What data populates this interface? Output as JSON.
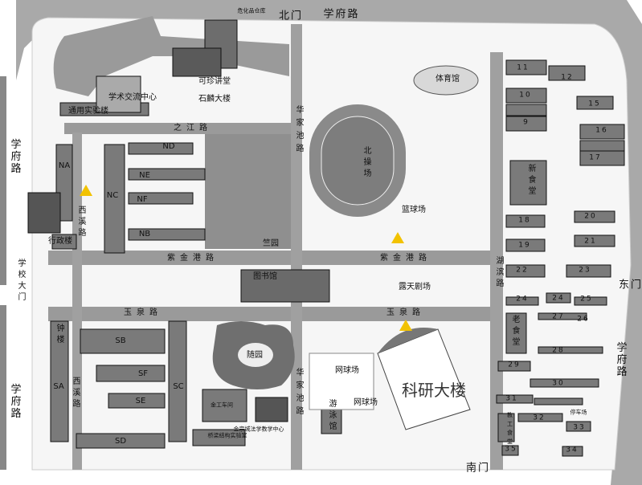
{
  "title": "校园地图",
  "roads": [
    "之江路",
    "紫金港路",
    "紫金港路",
    "玉泉路",
    "玉泉路",
    "华家池路",
    "华家池路",
    "西溪路",
    "西溪路",
    "湖滨路"
  ],
  "outer_roads": [
    "学府路",
    "学府路",
    "学府路",
    "学府路"
  ],
  "gates": [
    "北门",
    "学校大门",
    "东门",
    "南门"
  ],
  "buildings": [
    "危化品仓库",
    "学术交流中心",
    "可珍讲堂",
    "石麟大楼",
    "通用实验楼",
    "体育馆",
    "ND",
    "NA",
    "NE",
    "NC",
    "NF",
    "NB",
    "行政楼",
    "竺园",
    "北操场",
    "篮球场",
    "图书馆",
    "露天剧场",
    "钟楼",
    "SB",
    "随园",
    "SF",
    "SC",
    "SA",
    "SE",
    "网球场",
    "网球场",
    "科研大楼",
    "游泳馆",
    "金工车间",
    "金宗城法学教学中心",
    "桥梁结构实验室",
    "SD",
    "新食堂",
    "老食堂",
    "教工食堂",
    "停车场"
  ],
  "dorms": [
    "11",
    "12",
    "10",
    "9",
    "15",
    "16",
    "17",
    "18",
    "19",
    "20",
    "21",
    "22",
    "23",
    "24",
    "24",
    "25",
    "27",
    "26",
    "28",
    "29",
    "30",
    "31",
    "32",
    "33",
    "34",
    "35"
  ],
  "colors": {
    "building": "#7a7a7a",
    "road": "#9a9a9a",
    "ground": "#c8c8c8",
    "warning": "#f2c200"
  }
}
